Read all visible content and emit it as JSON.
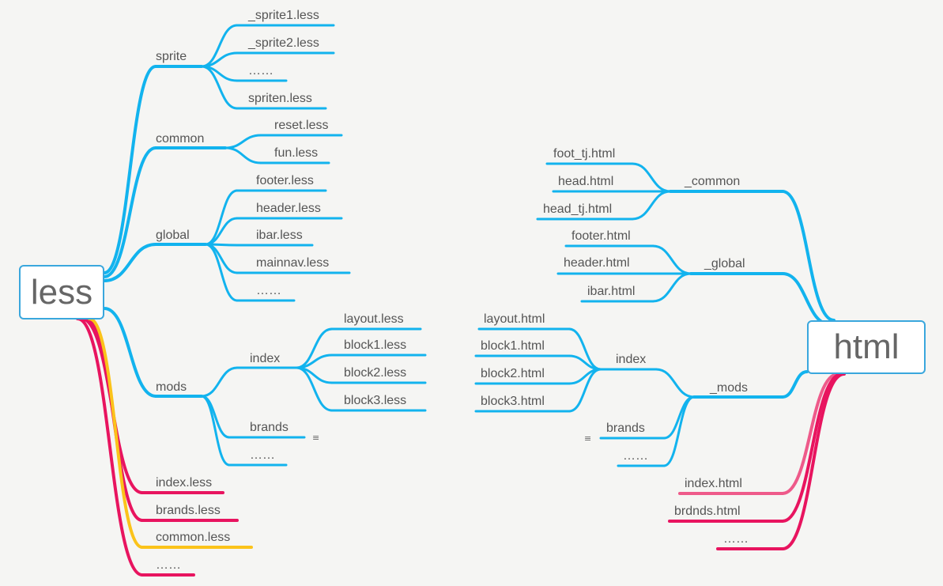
{
  "colors": {
    "blue": "#12b3ee",
    "pink": "#e8145f",
    "lightpink": "#ee5a8a",
    "yellow": "#fbc31a",
    "text": "#555555",
    "root_border": "#3aa7dd"
  },
  "note_glyph": "≡",
  "less": {
    "root": "less",
    "sprite": {
      "label": "sprite",
      "children": [
        "_sprite1.less",
        "_sprite2.less",
        "……",
        "spriten.less"
      ]
    },
    "common": {
      "label": "common",
      "children": [
        "reset.less",
        "fun.less"
      ]
    },
    "global": {
      "label": "global",
      "children": [
        "footer.less",
        "header.less",
        "ibar.less",
        "mainnav.less",
        "……"
      ]
    },
    "mods": {
      "label": "mods",
      "index": {
        "label": "index",
        "children": [
          "layout.less",
          "block1.less",
          "block2.less",
          "block3.less"
        ]
      },
      "brands": "brands",
      "more": "……"
    },
    "files": [
      "index.less",
      "brands.less",
      "common.less",
      "……"
    ]
  },
  "html": {
    "root": "html",
    "common": {
      "label": "_common",
      "children": [
        "foot_tj.html",
        "head.html",
        "head_tj.html"
      ]
    },
    "global": {
      "label": "_global",
      "children": [
        "footer.html",
        "header.html",
        "ibar.html"
      ]
    },
    "mods": {
      "label": "_mods",
      "index": {
        "label": "index",
        "children": [
          "layout.html",
          "block1.html",
          "block2.html",
          "block3.html"
        ]
      },
      "brands": "brands",
      "more": "……"
    },
    "files": [
      "index.html",
      "brdnds.html",
      "……"
    ]
  }
}
